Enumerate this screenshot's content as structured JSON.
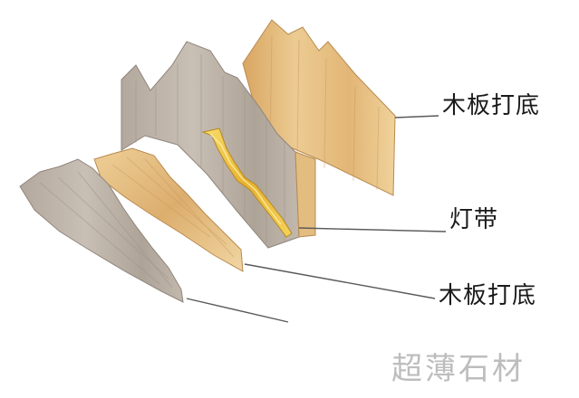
{
  "labels": {
    "wood_backing_top": "木板打底",
    "led_strip": "灯带",
    "wood_backing_bottom": "木板打底"
  },
  "watermark": "超薄石材",
  "colors": {
    "stone_gray": "#b9aea3",
    "wood_light": "#e6c48d",
    "wood_mid": "#d8a868",
    "led_gold": "#f2c948",
    "leader_line": "#5a5a5a",
    "watermark": "#bdbdbd"
  }
}
